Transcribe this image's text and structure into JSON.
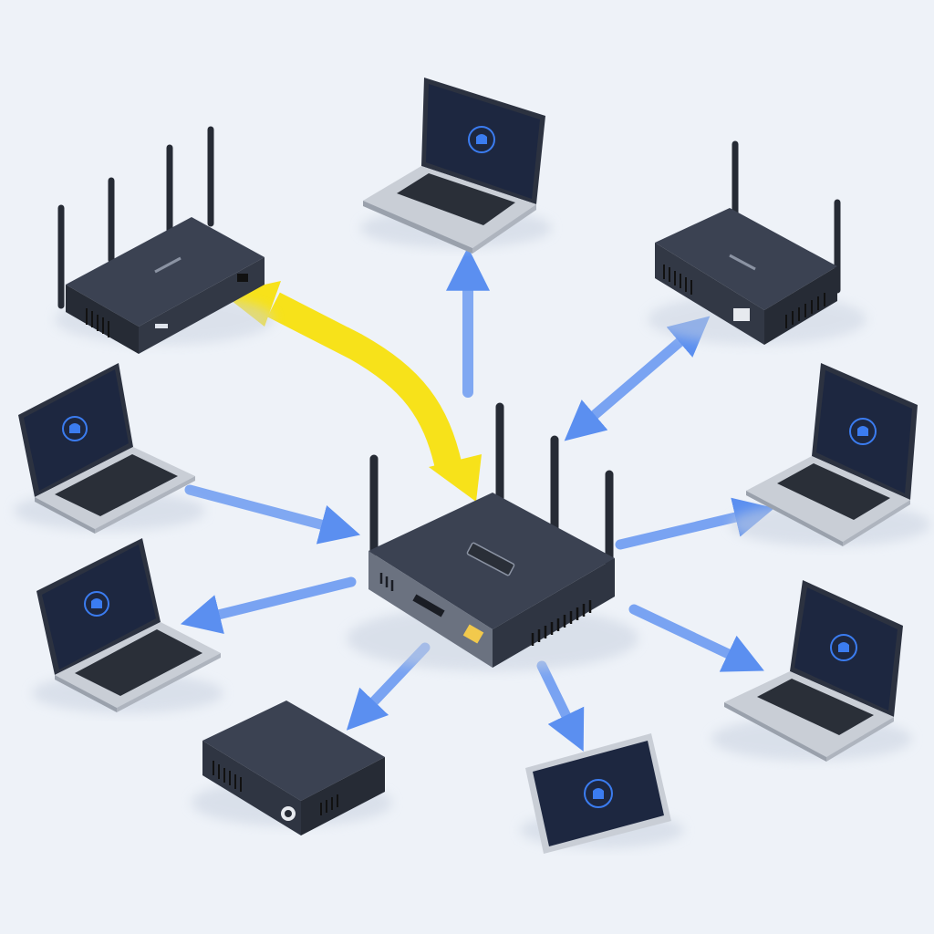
{
  "colors": {
    "background": "#eef2f8",
    "device_body": "#2f3542",
    "device_top": "#3b4252",
    "screen": "#1d2740",
    "screen_icon": "#3b7cf0",
    "laptop_shell": "#c9ced6",
    "keyboard": "#2a2f38",
    "blue_arrow": "#5b8ff0",
    "highlight_arrow": "#f7e21a",
    "status_led": "#f2c94c"
  },
  "diagram": {
    "hub": {
      "kind": "router",
      "icon": "router-icon",
      "antennas": 4
    },
    "nodes": [
      {
        "id": "router-top-left",
        "kind": "router",
        "icon": "router-icon",
        "antennas": 4,
        "link": "highlight-to-node"
      },
      {
        "id": "laptop-top-center",
        "kind": "laptop",
        "icon": "laptop-icon",
        "link": "to-node"
      },
      {
        "id": "router-top-right",
        "kind": "router",
        "icon": "router-icon",
        "antennas": 2,
        "link": "bidirectional"
      },
      {
        "id": "laptop-right-upper",
        "kind": "laptop",
        "icon": "laptop-icon",
        "link": "to-node"
      },
      {
        "id": "laptop-right-lower",
        "kind": "laptop",
        "icon": "laptop-icon",
        "link": "to-node"
      },
      {
        "id": "tablet-bottom-center",
        "kind": "tablet",
        "icon": "tablet-icon",
        "link": "to-node"
      },
      {
        "id": "box-bottom-left",
        "kind": "box",
        "icon": "server-box-icon",
        "link": "to-node"
      },
      {
        "id": "laptop-left-lower",
        "kind": "laptop",
        "icon": "laptop-icon",
        "link": "to-node"
      },
      {
        "id": "laptop-left-upper",
        "kind": "laptop",
        "icon": "laptop-icon",
        "link": "to-hub"
      }
    ]
  }
}
